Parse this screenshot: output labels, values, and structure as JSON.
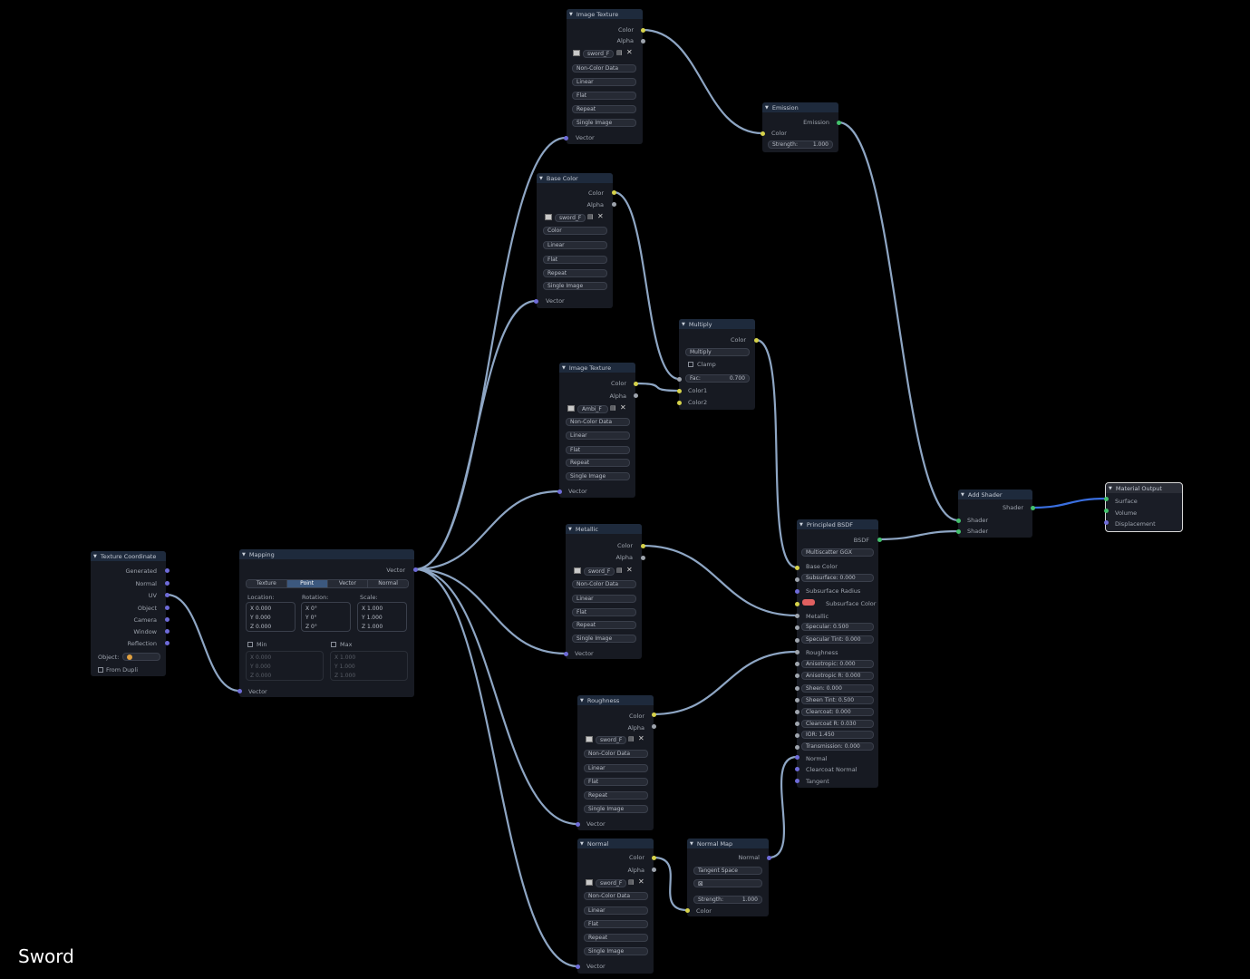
{
  "label": "Sword",
  "colors": {
    "background": "#000000",
    "wire": "#8ea6c4",
    "socket_color": "#d6d24a",
    "socket_vector": "#6e6bd8",
    "socket_shader": "#43c16c",
    "socket_float": "#9ea4ad"
  },
  "nodes": {
    "tc": {
      "title": "Texture Coordinate",
      "generated": "Generated",
      "normal": "Normal",
      "uv": "UV",
      "object": "Object",
      "camera": "Camera",
      "window": "Window",
      "reflection": "Reflection",
      "object_label": "Object:",
      "from_dupli": "From Dupli"
    },
    "map": {
      "title": "Mapping",
      "vector_out": "Vector",
      "tabs": [
        "Texture",
        "Point",
        "Vector",
        "Normal"
      ],
      "location": "Location:",
      "rotation": "Rotation:",
      "scale": "Scale:",
      "loc": [
        "X  0.000",
        "Y  0.000",
        "Z  0.000"
      ],
      "rot": [
        "X     0°",
        "Y     0°",
        "Z     0°"
      ],
      "scl": [
        "X  1.000",
        "Y  1.000",
        "Z  1.000"
      ],
      "min": "Min",
      "max": "Max",
      "minv": [
        "X  0.000",
        "Y  0.000",
        "Z  0.000"
      ],
      "maxv": [
        "X  1.000",
        "Y  1.000",
        "Z  1.000"
      ],
      "vector_in": "Vector"
    },
    "imgE": {
      "title": "Image Texture",
      "color": "Color",
      "alpha": "Alpha",
      "file": "sword_F",
      "c1": "Non-Color Data",
      "c2": "Linear",
      "c3": "Flat",
      "c4": "Repeat",
      "c5": "Single Image",
      "vector": "Vector"
    },
    "base": {
      "title": "Base Color",
      "color": "Color",
      "alpha": "Alpha",
      "file": "sword_F",
      "c1": "Color",
      "c2": "Linear",
      "c3": "Flat",
      "c4": "Repeat",
      "c5": "Single Image",
      "vector": "Vector"
    },
    "imgA": {
      "title": "Image Texture",
      "color": "Color",
      "alpha": "Alpha",
      "file": "Ambi_F",
      "c1": "Non-Color Data",
      "c2": "Linear",
      "c3": "Flat",
      "c4": "Repeat",
      "c5": "Single Image",
      "vector": "Vector"
    },
    "met": {
      "title": "Metallic",
      "color": "Color",
      "alpha": "Alpha",
      "file": "sword_F",
      "c1": "Non-Color Data",
      "c2": "Linear",
      "c3": "Flat",
      "c4": "Repeat",
      "c5": "Single Image",
      "vector": "Vector"
    },
    "rough": {
      "title": "Roughness",
      "color": "Color",
      "alpha": "Alpha",
      "file": "sword_F",
      "c1": "Non-Color Data",
      "c2": "Linear",
      "c3": "Flat",
      "c4": "Repeat",
      "c5": "Single Image",
      "vector": "Vector"
    },
    "nrm": {
      "title": "Normal",
      "color": "Color",
      "alpha": "Alpha",
      "file": "sword_F",
      "c1": "Non-Color Data",
      "c2": "Linear",
      "c3": "Flat",
      "c4": "Repeat",
      "c5": "Single Image",
      "vector": "Vector"
    },
    "emis": {
      "title": "Emission",
      "out": "Emission",
      "color": "Color",
      "strength": "Strength:",
      "strength_val": "1.000"
    },
    "mult": {
      "title": "Multiply",
      "color": "Color",
      "mode": "Multiply",
      "clamp": "Clamp",
      "fac": "Fac:",
      "fac_val": "0.700",
      "c1": "Color1",
      "c2": "Color2"
    },
    "nmap": {
      "title": "Normal Map",
      "normal": "Normal",
      "space": "Tangent Space",
      "strength": "Strength:",
      "strength_val": "1.000",
      "color": "Color"
    },
    "bsdf": {
      "title": "Principled BSDF",
      "out": "BSDF",
      "dist": "Multiscatter GGX",
      "rows": [
        "Base Color",
        "Subsurface: 0.000",
        "Subsurface Radius",
        "Subsurface Color",
        "Metallic",
        "Specular: 0.500",
        "Specular Tint: 0.000",
        "Roughness",
        "Anisotropic: 0.000",
        "Anisotropic R: 0.000",
        "Sheen: 0.000",
        "Sheen Tint: 0.500",
        "Clearcoat: 0.000",
        "Clearcoat R: 0.030",
        "IOR: 1.450",
        "Transmission: 0.000",
        "Normal",
        "Clearcoat Normal",
        "Tangent"
      ]
    },
    "add": {
      "title": "Add Shader",
      "out": "Shader",
      "in1": "Shader",
      "in2": "Shader"
    },
    "out": {
      "title": "Material Output",
      "surface": "Surface",
      "volume": "Volume",
      "displacement": "Displacement"
    }
  }
}
